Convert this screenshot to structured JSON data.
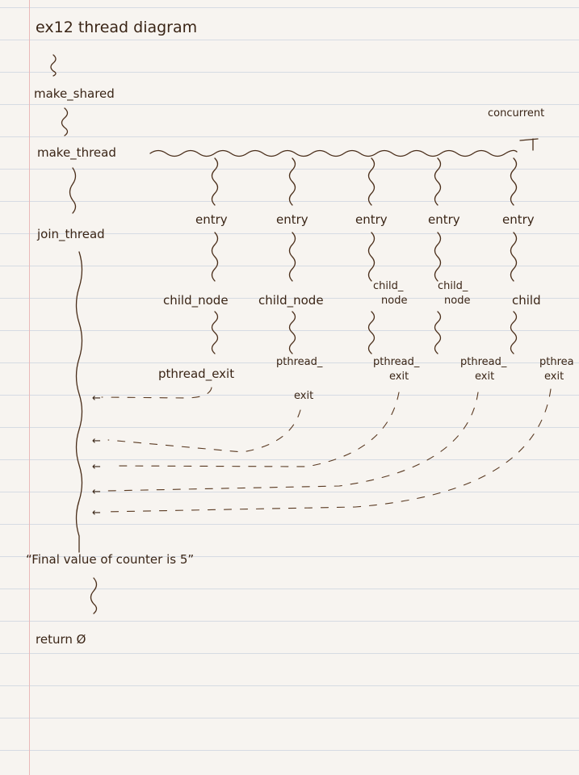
{
  "title": "ex12 thread diagram",
  "main_nodes": {
    "make_shared": "make_shared",
    "make_thread": "make_thread",
    "join_thread": "join_thread",
    "final_value": "“Final value of counter is 5”",
    "return": "return Ø"
  },
  "concurrent_label": "concurrent",
  "threads": [
    {
      "entry": "entry",
      "child_1": "child_node",
      "child_2": "",
      "exit_1": "pthread_exit",
      "exit_2": ""
    },
    {
      "entry": "entry",
      "child_1": "child_node",
      "child_2": "",
      "exit_1": "pthread_",
      "exit_2": "exit"
    },
    {
      "entry": "entry",
      "child_1": "child_",
      "child_2": "node",
      "exit_1": "pthread_",
      "exit_2": "exit"
    },
    {
      "entry": "entry",
      "child_1": "child_",
      "child_2": "node",
      "exit_1": "pthread_",
      "exit_2": "exit"
    },
    {
      "entry": "entry",
      "child_1": "child",
      "child_2": "",
      "exit_1": "pthrea",
      "exit_2": "exit"
    }
  ],
  "arrow_glyph": "←",
  "colors": {
    "ink": "#3a2516",
    "paper": "#f7f4f0",
    "rule": "#d6dbe3",
    "margin": "#e9b9b9"
  }
}
